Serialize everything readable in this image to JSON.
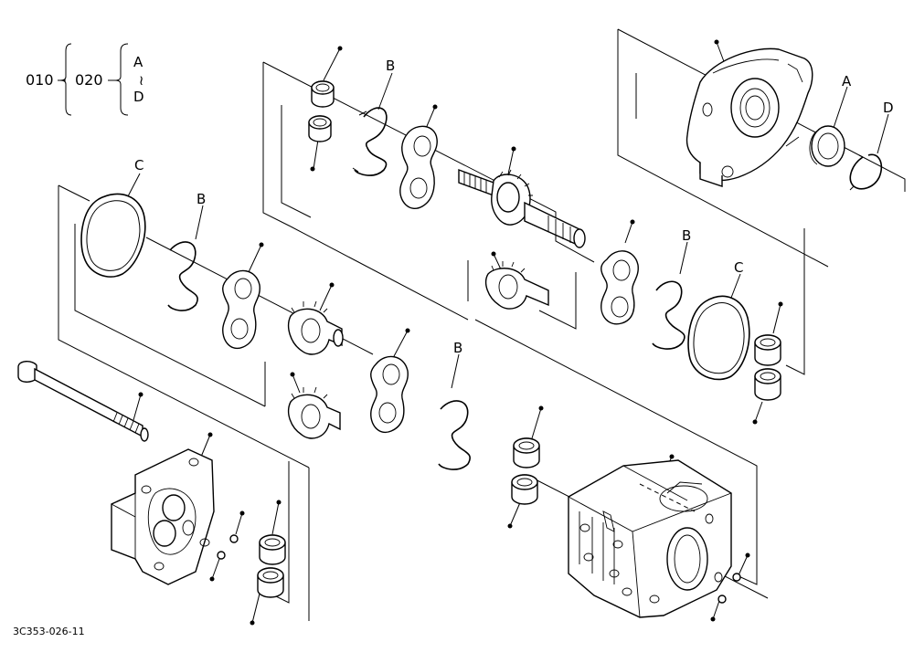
{
  "legend": {
    "assy_number": "010",
    "sub_assy_number": "020",
    "range_start": "A",
    "range_tilde": "~",
    "range_end": "D"
  },
  "callouts": {
    "b_top": "B",
    "a_right": "A",
    "d_right": "D",
    "c_left": "C",
    "b_left": "B",
    "b_mid": "B",
    "c_mid": "C",
    "b_lower": "B"
  },
  "drawing_number": "3C353-026-11"
}
